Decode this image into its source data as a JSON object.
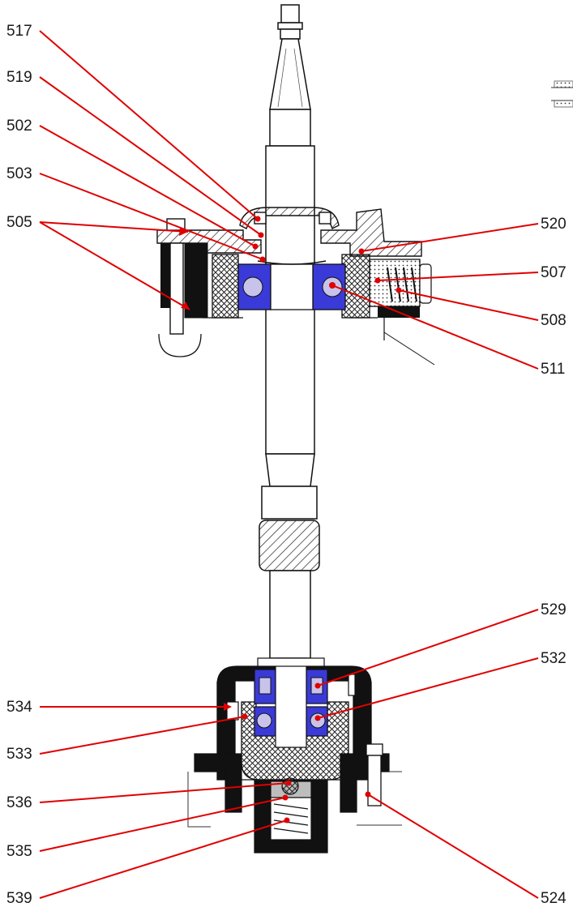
{
  "colors": {
    "leader": "#e00000",
    "bearing_race": "#3a3ad8",
    "bearing_ball": "#c8c3ea",
    "hatch": "#222222",
    "solid_fill": "#111111",
    "nut_fill": "#bdbdbd"
  },
  "callouts": {
    "left": [
      {
        "id": "517",
        "label": "517"
      },
      {
        "id": "519",
        "label": "519"
      },
      {
        "id": "502",
        "label": "502"
      },
      {
        "id": "503",
        "label": "503"
      },
      {
        "id": "505",
        "label": "505"
      },
      {
        "id": "534",
        "label": "534"
      },
      {
        "id": "533",
        "label": "533"
      },
      {
        "id": "536",
        "label": "536"
      },
      {
        "id": "535",
        "label": "535"
      },
      {
        "id": "539",
        "label": "539"
      }
    ],
    "right": [
      {
        "id": "520",
        "label": "520"
      },
      {
        "id": "507",
        "label": "507"
      },
      {
        "id": "508",
        "label": "508"
      },
      {
        "id": "511",
        "label": "511"
      },
      {
        "id": "529",
        "label": "529"
      },
      {
        "id": "532",
        "label": "532"
      },
      {
        "id": "524",
        "label": "524"
      }
    ]
  }
}
